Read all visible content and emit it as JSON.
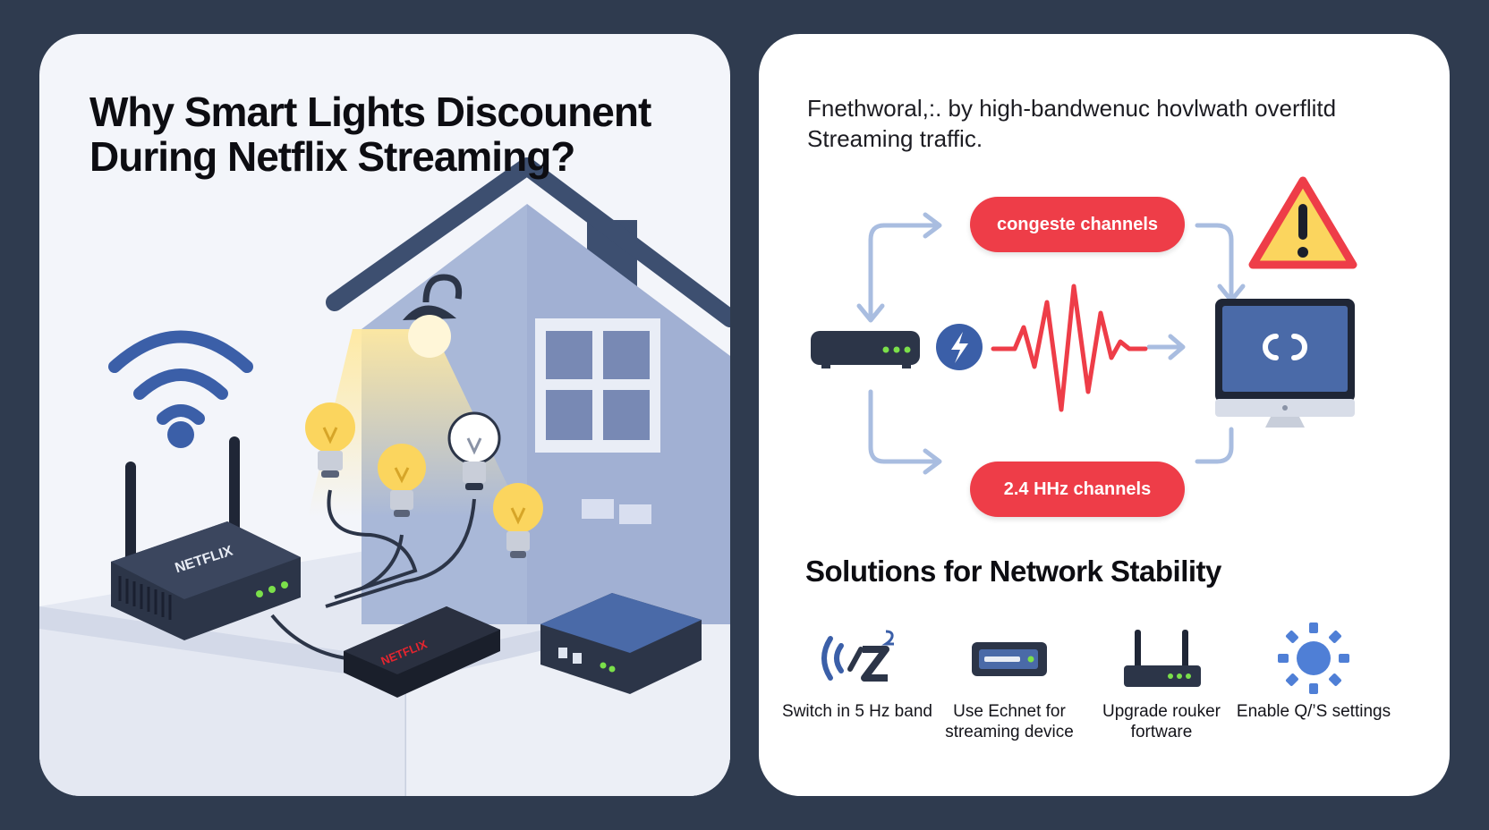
{
  "left": {
    "title": "Why Smart Lights Discounent During Netflix Streaming?",
    "router_brand": "NETFLIX",
    "stick_brand": "NETFLIX"
  },
  "right": {
    "description": "Fnethworal,:. by high-bandwenuc hovlwath overflitd Streaming traffic.",
    "flow": {
      "top_pill": "congeste channels",
      "bottom_pill": "2.4 HHz channels"
    },
    "solutions_heading": "Solutions for Network Stability",
    "solutions": [
      {
        "label": "Switch in 5 Hz band",
        "icon": "wifi-z-icon"
      },
      {
        "label": "Use Echnet for streaming device",
        "icon": "ethernet-icon"
      },
      {
        "label": "Upgrade rouker fortware",
        "icon": "router-icon"
      },
      {
        "label": "Enable Q/’S settings",
        "icon": "gear-icon"
      }
    ]
  },
  "colors": {
    "background": "#2f3b4f",
    "accent_red": "#ee3d48",
    "accent_blue": "#3b5fa8",
    "house_blue": "#a9b8d8",
    "bulb_yellow": "#fbd55e"
  }
}
